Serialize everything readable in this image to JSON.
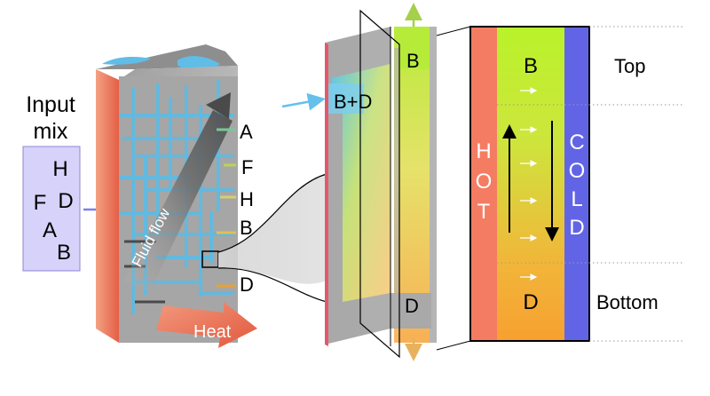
{
  "input_mix": {
    "title_line1": "Input",
    "title_line2": "mix",
    "letters": [
      "H",
      "F",
      "D",
      "A",
      "B"
    ],
    "box_color": "#d6d2fa"
  },
  "block": {
    "fluid_flow_label": "Fluid flow",
    "heat_label": "Heat",
    "outlets": [
      "A",
      "F",
      "H",
      "B",
      "D"
    ]
  },
  "channel": {
    "mixed_label": "B+D",
    "top_label": "B",
    "bottom_label": "D"
  },
  "detail": {
    "hot_label": "HOT",
    "cold_label": "COLD",
    "top_species": "B",
    "bottom_species": "D",
    "top_label": "Top",
    "bottom_label": "Bottom",
    "colors": {
      "hot": "#f47c62",
      "cold": "#6264e6",
      "top": "#b9f22a",
      "bottom": "#f7a030"
    }
  }
}
